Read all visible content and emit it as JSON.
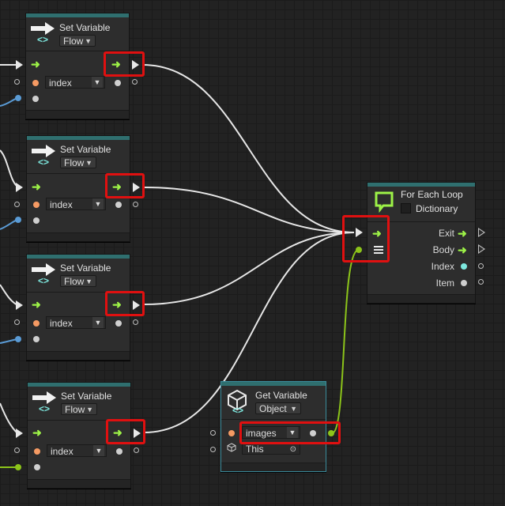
{
  "set_variable_nodes": [
    {
      "title": "Set Variable",
      "kind": "Flow",
      "variable": "index"
    },
    {
      "title": "Set Variable",
      "kind": "Flow",
      "variable": "index"
    },
    {
      "title": "Set Variable",
      "kind": "Flow",
      "variable": "index"
    },
    {
      "title": "Set Variable",
      "kind": "Flow",
      "variable": "index"
    }
  ],
  "for_each": {
    "title": "For Each Loop",
    "dictionary_label": "Dictionary",
    "outputs": [
      "Exit",
      "Body",
      "Index",
      "Item"
    ]
  },
  "get_variable": {
    "title": "Get Variable",
    "kind": "Object",
    "variable": "images",
    "target": "This"
  },
  "colors": {
    "flow_accent": "#9df247",
    "highlight": "#e01010",
    "header_bar": "#2f6f6f",
    "object_wire": "#8cc41a",
    "int_wire": "#5a9bd5"
  },
  "icons": [
    "flow-arrow-icon",
    "set-variable-icon",
    "loop-icon",
    "list-icon",
    "cube-icon",
    "target-icon"
  ]
}
